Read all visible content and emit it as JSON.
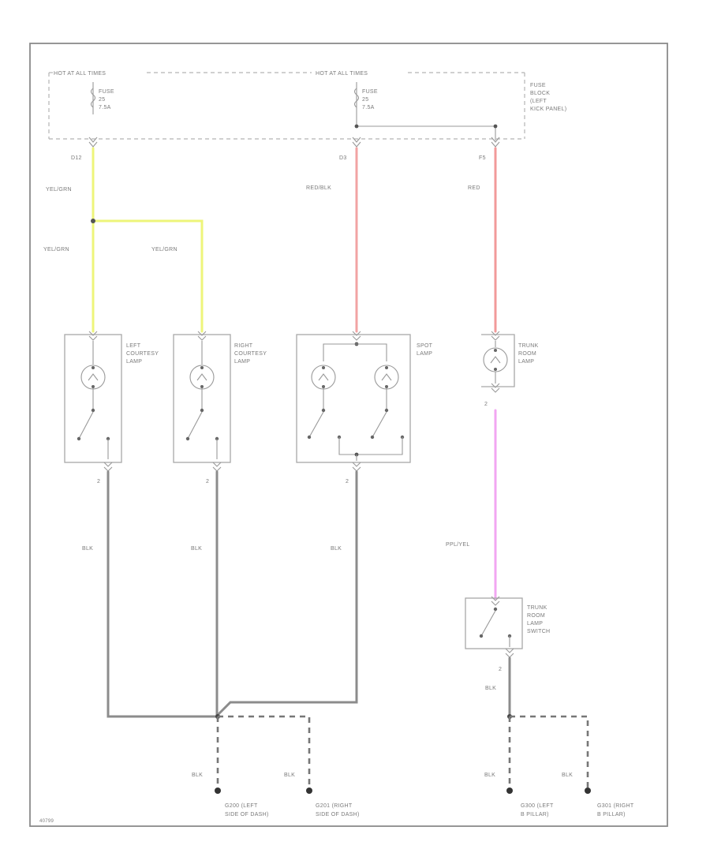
{
  "colors": {
    "yel_grn": "#eef57a",
    "red_blk": "#f2a3a3",
    "red": "#f29a9a",
    "ppl_yel": "#f2a6f2",
    "blk": "#8c8c8c",
    "frame": "#8a8a8a"
  },
  "header": {
    "hot_left": "HOT AT ALL TIMES",
    "hot_right": "HOT AT ALL TIMES",
    "fuse_left": [
      "FUSE",
      "25",
      "7.5A"
    ],
    "fuse_right": [
      "FUSE",
      "25",
      "7.5A"
    ],
    "fuse_block": [
      "FUSE",
      "BLOCK",
      "(LEFT",
      "KICK PANEL)"
    ]
  },
  "terminals": {
    "fuse_left_out": "D12",
    "fuse_right_out": "D3",
    "fuse_block_out": "F5",
    "left_courtesy_out": "2",
    "right_courtesy_out": "2",
    "spot_out": "2",
    "trunk_lamp_out": "2",
    "trunk_switch_out": "2"
  },
  "wires": {
    "yel_grn_main": "YEL/GRN",
    "yel_grn_left": "YEL/GRN",
    "yel_grn_right": "YEL/GRN",
    "red_blk": "RED/BLK",
    "red": "RED",
    "ppl_yel": "PPL/YEL",
    "blk_left": "BLK",
    "blk_right": "BLK",
    "blk_spot": "BLK",
    "blk_trunk": "BLK",
    "blk_g200": "BLK",
    "blk_g201": "BLK",
    "blk_g300": "BLK",
    "blk_g301": "BLK"
  },
  "components": {
    "left_courtesy": [
      "LEFT",
      "COURTESY",
      "LAMP"
    ],
    "right_courtesy": [
      "RIGHT",
      "COURTESY",
      "LAMP"
    ],
    "spot_lamp": [
      "SPOT",
      "LAMP"
    ],
    "trunk_room_lamp": [
      "TRUNK",
      "ROOM",
      "LAMP"
    ],
    "trunk_room_switch": [
      "TRUNK",
      "ROOM",
      "LAMP",
      "SWITCH"
    ]
  },
  "grounds": {
    "g200": [
      "G200 (LEFT",
      "SIDE OF DASH)"
    ],
    "g201": [
      "G201 (RIGHT",
      "SIDE OF DASH)"
    ],
    "g300": [
      "G300 (LEFT",
      "B PILLAR)"
    ],
    "g301": [
      "G301 (RIGHT",
      "B PILLAR)"
    ]
  },
  "footer": {
    "code": "40799"
  }
}
